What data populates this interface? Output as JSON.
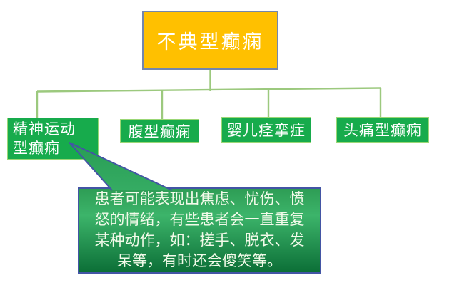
{
  "diagram": {
    "root": {
      "label": "不典型癫痫"
    },
    "children": [
      {
        "lines": [
          "精神运动",
          "型癫痫"
        ]
      },
      {
        "label": "腹型癫痫"
      },
      {
        "label": "婴儿痉挛症"
      },
      {
        "label": "头痛型癫痫"
      }
    ],
    "callout": {
      "lines": [
        "患者可能表现出焦虑、忧伤、愤",
        "怒的情绪，有些患者会一直重复",
        "某种动作，如：搓手、脱衣、发",
        "呆等，有时还会傻笑等。"
      ]
    },
    "colors": {
      "root_fill": "#FFC000",
      "root_border": "#7386AE",
      "node_fill": "#17AB4C",
      "node_border": "#9BD776",
      "node_text": "#FFFFFF",
      "connector": "#9CC97E",
      "callout_border": "#4355A5",
      "callout_gradient_top": "#2E9D55",
      "callout_gradient_mid": "#3CB46A",
      "callout_gradient_bottom": "#0C6F37",
      "callout_text": "#F2FAE9",
      "tri_gradient_top": "#289C54",
      "tri_gradient_bottom": "#35AC63"
    }
  }
}
